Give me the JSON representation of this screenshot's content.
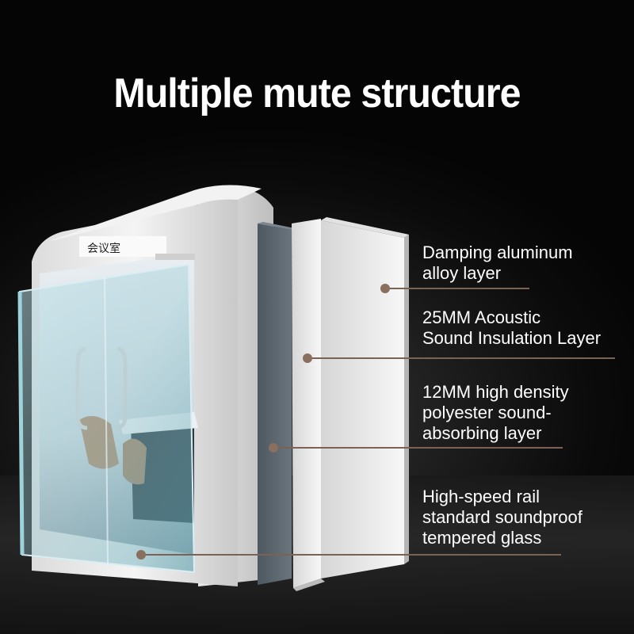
{
  "title": "Multiple mute structure",
  "pod_sign": "会议室",
  "layers": [
    {
      "lines": [
        "Damping aluminum",
        "alloy layer"
      ]
    },
    {
      "lines": [
        "25MM Acoustic",
        "Sound Insulation Layer"
      ]
    },
    {
      "lines": [
        "12MM high density",
        "polyester sound-",
        "absorbing layer"
      ]
    },
    {
      "lines": [
        "High-speed rail",
        "standard soundproof",
        "tempered glass"
      ]
    }
  ],
  "colors": {
    "leader_line": "#7a6355",
    "dot": "#8a6e5e",
    "text": "#ffffff",
    "felt_panel": "#5d6770"
  }
}
